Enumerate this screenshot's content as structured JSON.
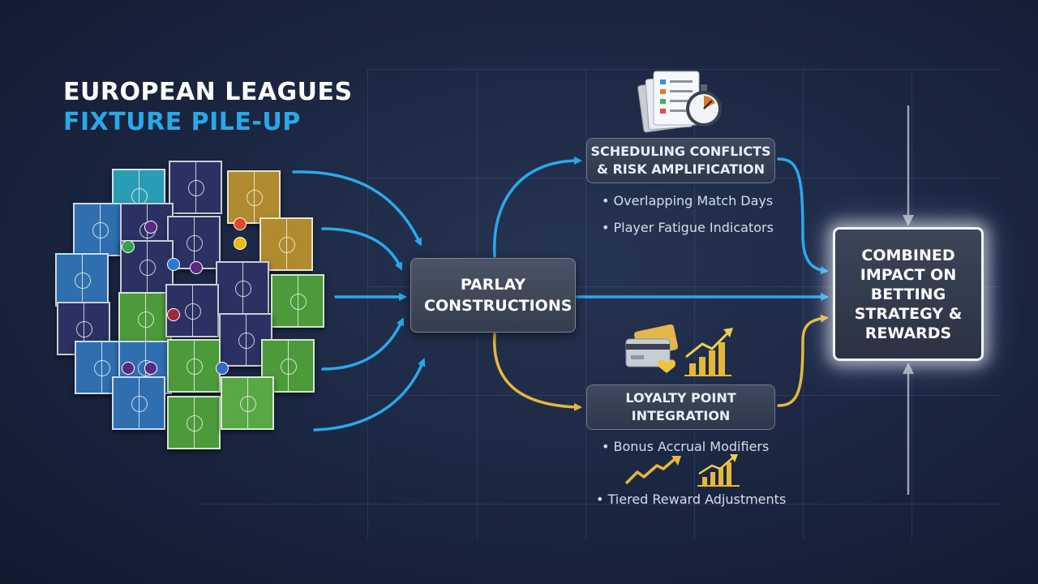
{
  "title": {
    "line1": "EUROPEAN LEAGUES",
    "line2": "FIXTURE PILE-UP"
  },
  "nodes": {
    "parlay": "PARLAY CONSTRUCTIONS",
    "scheduling": "SCHEDULING CONFLICTS & RISK AMPLIFICATION",
    "loyalty": "LOYALTY POINT INTEGRATION",
    "combined": "COMBINED IMPACT ON BETTING STRATEGY & REWARDS"
  },
  "scheduling_bullets": [
    "• Overlapping Match Days",
    "• Player Fatigue Indicators"
  ],
  "loyalty_bullets": [
    "• Bonus Accrual Modifiers",
    "• Tiered Reward Adjustments"
  ],
  "icons": {
    "scheduling": "documents-stopwatch-icon",
    "loyalty_cards": "credit-cards-heart-icon",
    "loyalty_chart": "rising-bar-chart-icon",
    "reward_line": "trend-line-icon",
    "reward_bars": "trend-bars-icon"
  },
  "colors": {
    "blue_flow": "#2aa9ec",
    "gold_flow": "#e5b83a",
    "gray_arrow": "#9aa3b2",
    "title_accent": "#29a8e8"
  }
}
